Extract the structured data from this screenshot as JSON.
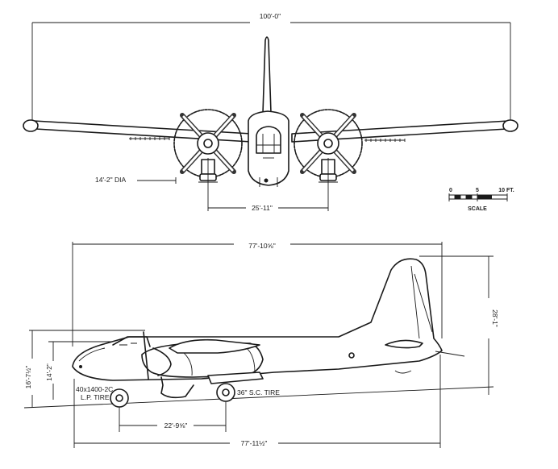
{
  "front_view": {
    "wingspan": "100'-0\"",
    "prop_diameter": "14'-2\" DIA",
    "engine_spacing": "25'-11\""
  },
  "scale": {
    "ticks": [
      "0",
      "5",
      "10 FT."
    ],
    "title": "SCALE"
  },
  "side_view": {
    "top_length": "77'-10⅝\"",
    "tail_height": "28'-1\"",
    "nose_height": "16'-7½\"",
    "mid_height": "14'-2\"",
    "main_tire": "40x1400-2C\nL.P. TIRE",
    "main_tire_line1": "40x1400-2C",
    "main_tire_line2": "L.P. TIRE",
    "nose_tire": "36\" S.C. TIRE",
    "wheelbase": "22'-9⅝\"",
    "overall_length": "77'-11½\""
  }
}
